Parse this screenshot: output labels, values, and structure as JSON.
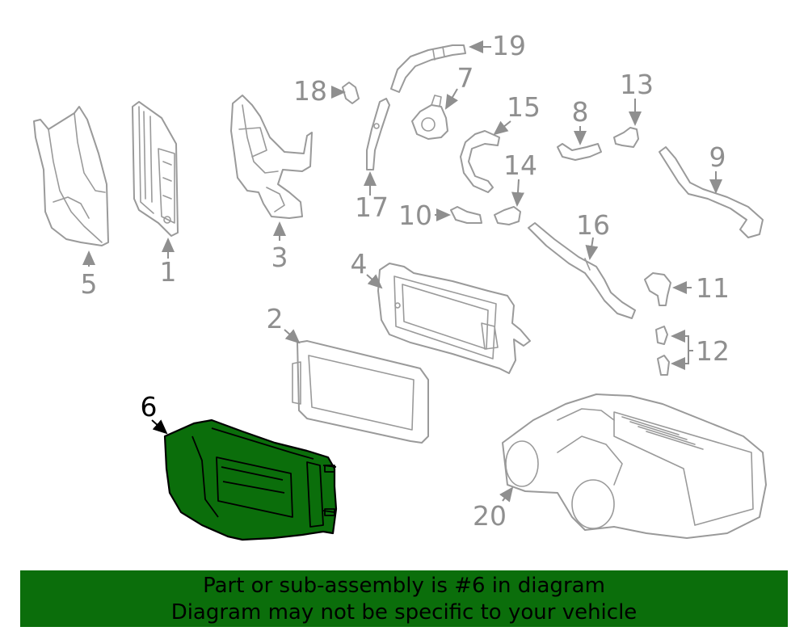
{
  "highlighted_part": "6",
  "banner": {
    "line1": "Part or sub-assembly is #6 in diagram",
    "line2": "Diagram may not be specific to your vehicle"
  },
  "callouts": [
    "1",
    "2",
    "3",
    "4",
    "5",
    "6",
    "7",
    "8",
    "9",
    "10",
    "11",
    "12",
    "13",
    "14",
    "15",
    "16",
    "17",
    "18",
    "19",
    "20"
  ],
  "colors": {
    "highlight": "#0b6e0b",
    "line_art": "#9a9a9a",
    "active_text": "#000000"
  }
}
